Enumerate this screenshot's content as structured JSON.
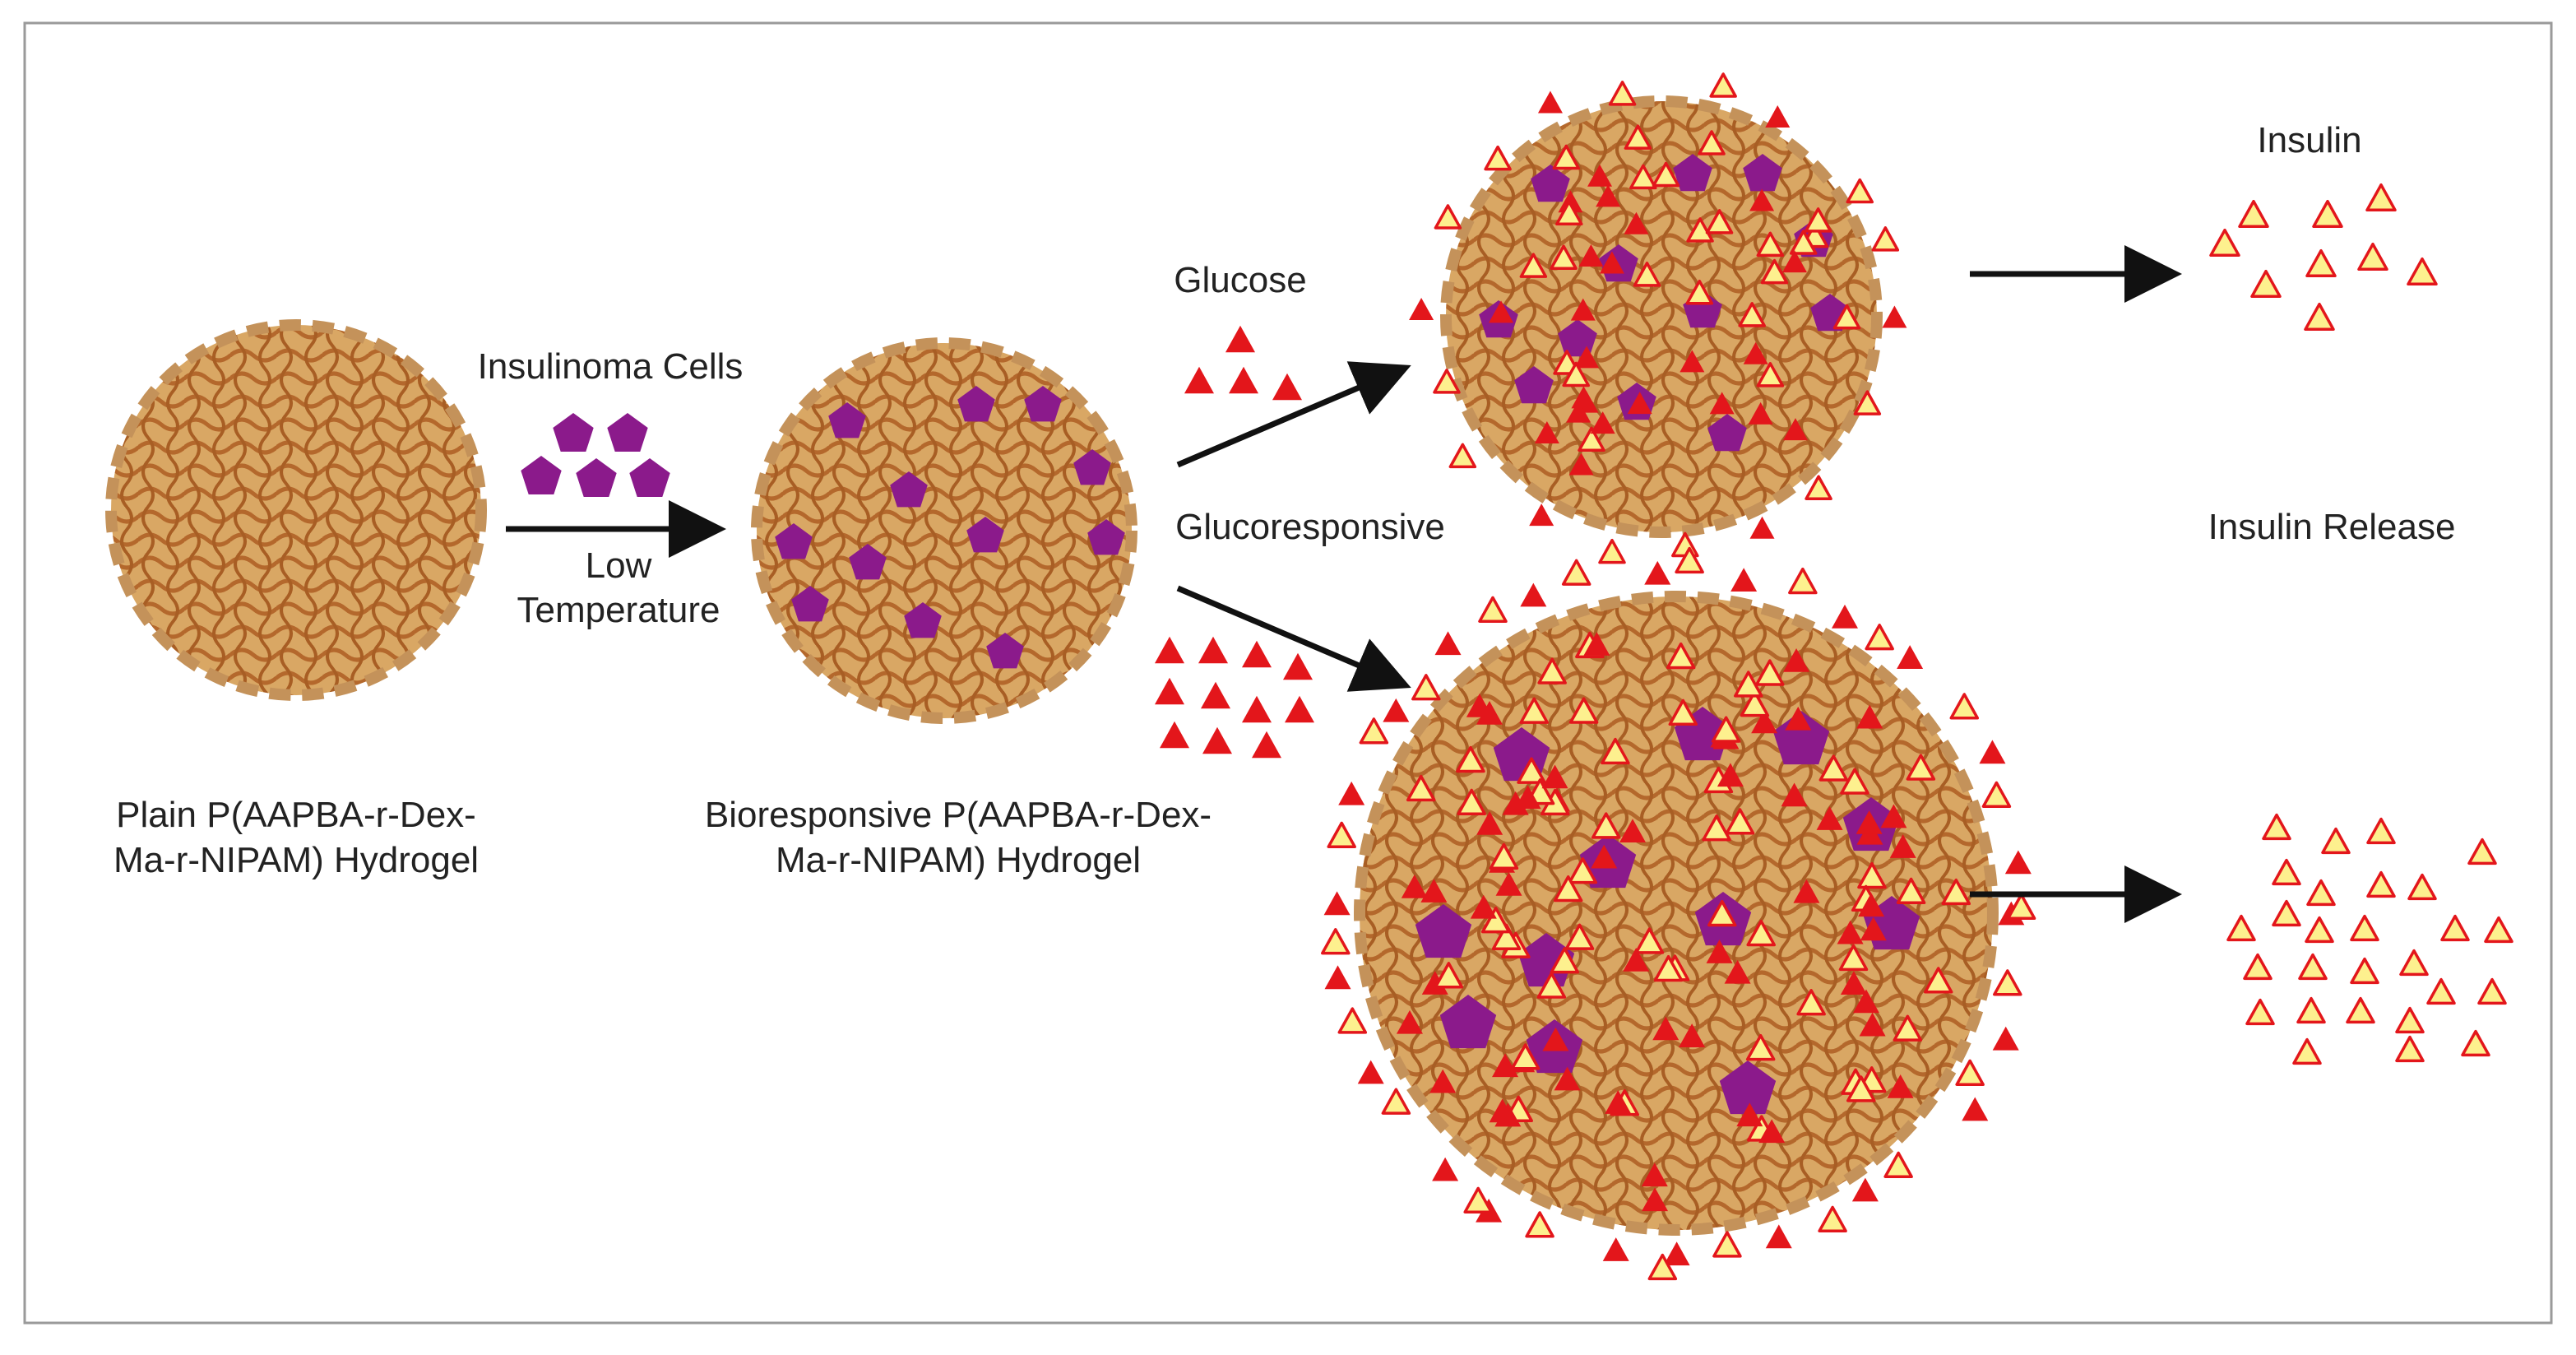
{
  "labels": {
    "insulinoma_cells": "Insulinoma Cells",
    "low_temperature_line1": "Low",
    "low_temperature_line2": "Temperature",
    "glucose": "Glucose",
    "glucoresponsive": "Glucoresponsive",
    "insulin": "Insulin",
    "insulin_release": "Insulin Release",
    "plain_hydrogel_line1": "Plain P(AAPBA-r-Dex-",
    "plain_hydrogel_line2": "Ma-r-NIPAM) Hydrogel",
    "bioresponsive_hydrogel_line1": "Bioresponsive P(AAPBA-r-Dex-",
    "bioresponsive_hydrogel_line2": "Ma-r-NIPAM) Hydrogel"
  },
  "colors": {
    "hydrogel_fill": "#d9a764",
    "hydrogel_border": "#c4925a",
    "polymer_strand": "#b4682c",
    "cell_purple": "#8b1a8b",
    "glucose_red": "#e3161b",
    "insulin_fill": "#fdf08e",
    "insulin_outline": "#e3161b",
    "arrow": "#111111",
    "frame": "#9a9a9a"
  },
  "icons": {
    "cell": "pentagon-cell-icon",
    "glucose": "filled-red-triangle-icon",
    "insulin": "yellow-outlined-triangle-icon",
    "hydrogel": "hydrogel-sphere-icon"
  }
}
